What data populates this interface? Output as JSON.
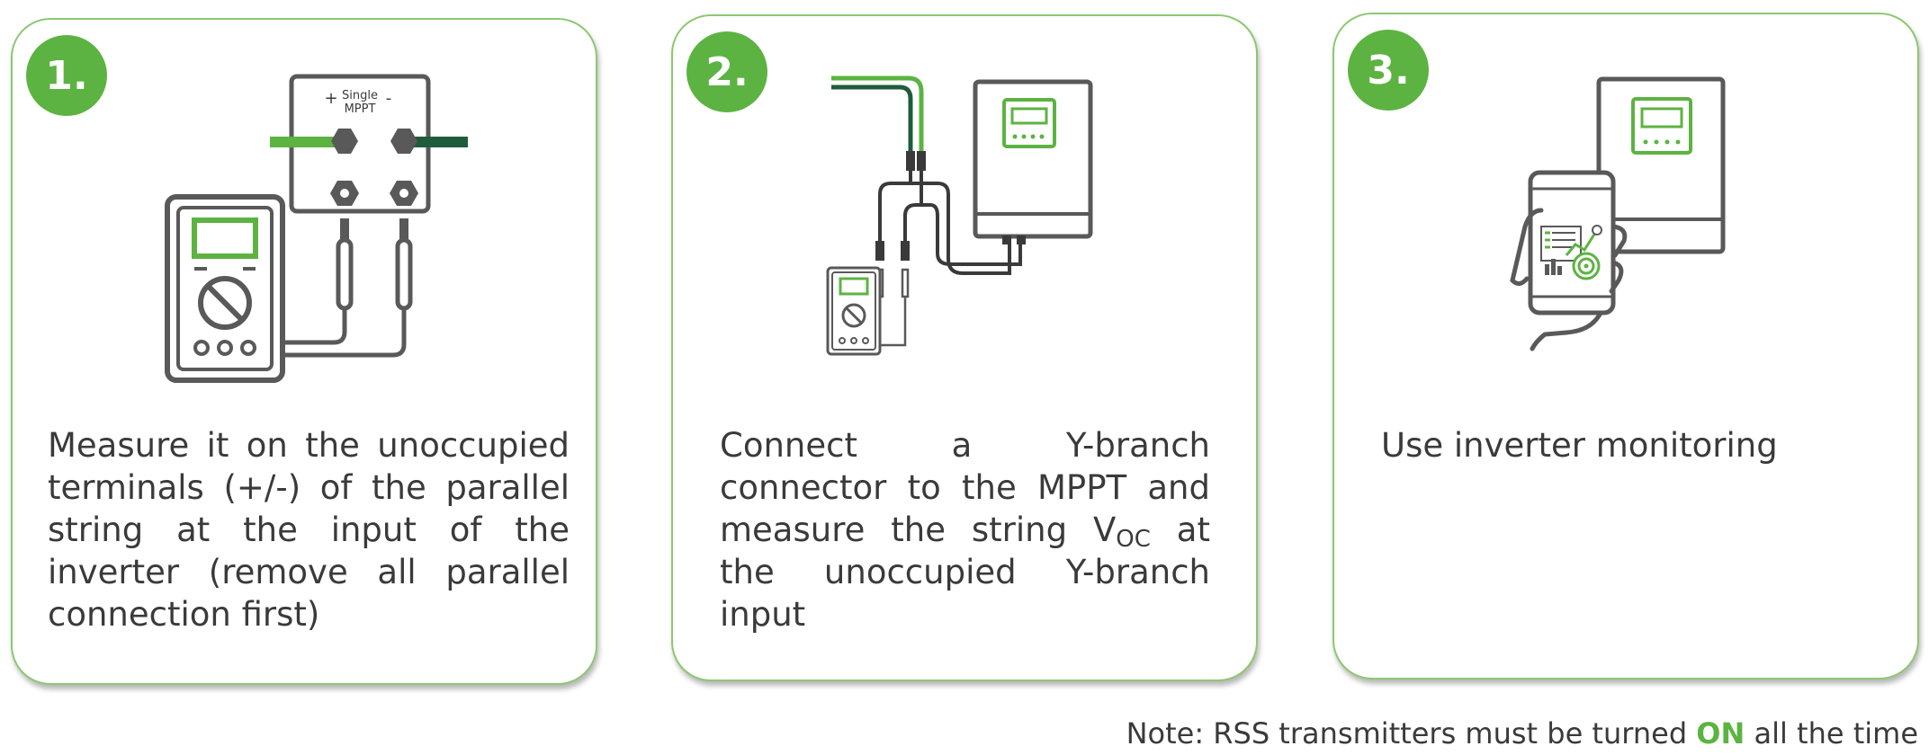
{
  "steps": [
    {
      "number": "1.",
      "text": "Measure it on the unoccupied terminals (+/-) of the parallel string at the input of the inverter (remove all parallel connection first)",
      "panel": {
        "plus": "+",
        "label_line1": "Single",
        "label_line2": "MPPT",
        "minus": "-"
      }
    },
    {
      "number": "2.",
      "text_before": "Connect a Y-branch connector to the MPPT and measure the string V",
      "text_sub": "OC",
      "text_after": " at the unoccupied Y-branch input"
    },
    {
      "number": "3.",
      "text": "Use inverter monitoring"
    }
  ],
  "note": {
    "before": "Note: RSS transmitters must be turned ",
    "emphasis": "ON",
    "after": " all the time"
  },
  "colors": {
    "accent_green": "#5cb341",
    "dark_green": "#1f5c3c",
    "border_green": "#8cc870",
    "icon_gray": "#595959",
    "text": "#3a3a3a"
  }
}
